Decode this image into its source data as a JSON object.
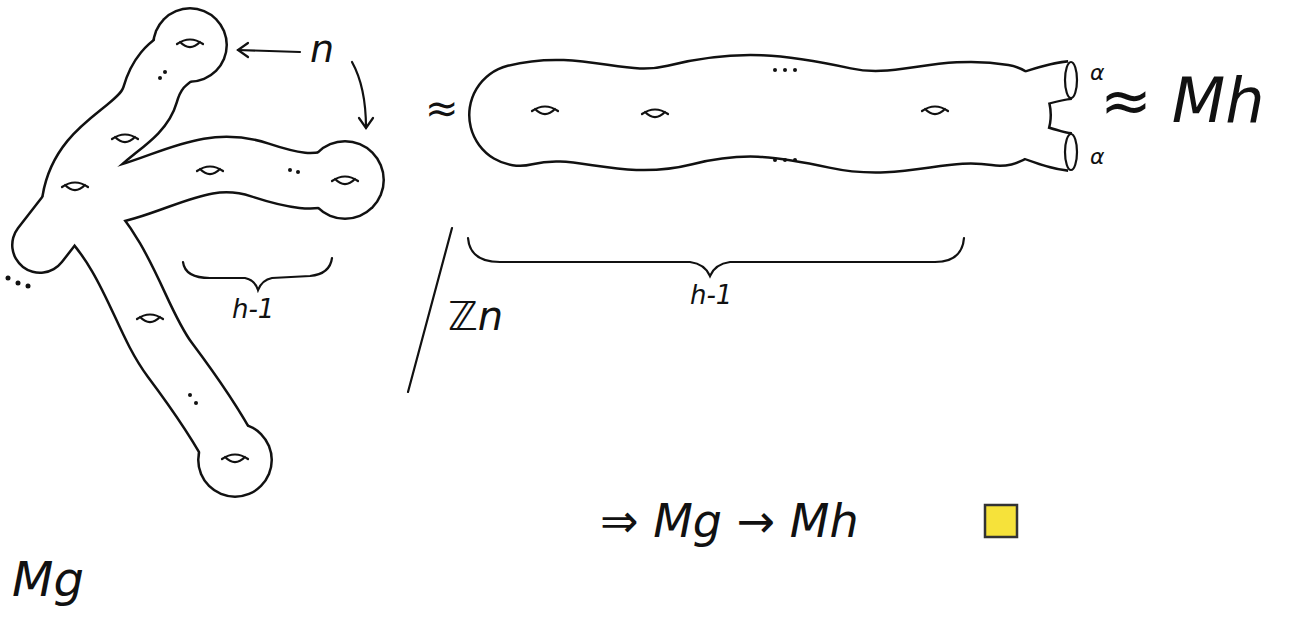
{
  "diagram": {
    "labels": [
      "n",
      "h-1",
      "ℤn",
      "≈",
      "h-1",
      "α",
      "α",
      "≈ Mh",
      "Mg",
      "⇒ Mg → Mh"
    ]
  }
}
